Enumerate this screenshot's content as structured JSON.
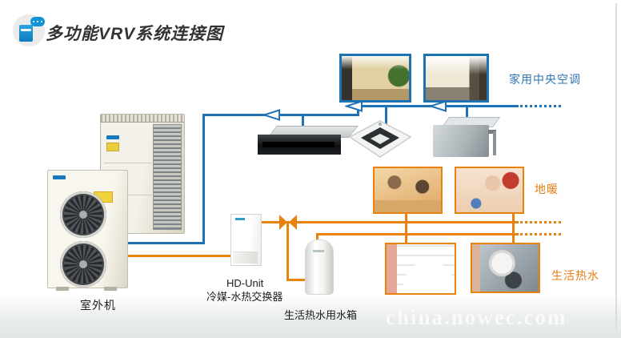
{
  "title": "多功能VRV系统连接图",
  "sections": {
    "home_central_ac": "家用中央空调",
    "floor_heating": "地暖",
    "domestic_hot_water": "生活热水"
  },
  "equipment": {
    "outdoor_unit": "室外机",
    "hd_unit_name": "HD-Unit",
    "hd_unit_desc": "冷媒-水热交换器",
    "water_tank": "生活热水用水箱"
  },
  "watermark": "china.nowec.com",
  "icons": {
    "header": "appliance-chat-icon",
    "flow_arrows": "left-arrow-icon",
    "valve": "valve-bowtie-icon"
  },
  "colors": {
    "refrigerant_line": "#1e73b8",
    "hot_water_line": "#e8820c",
    "label_blue": "#2e74b5",
    "label_orange": "#e87d12",
    "photo_border_blue": "#1d72b2",
    "photo_border_orange": "#e8820c",
    "title_text": "#333333"
  }
}
